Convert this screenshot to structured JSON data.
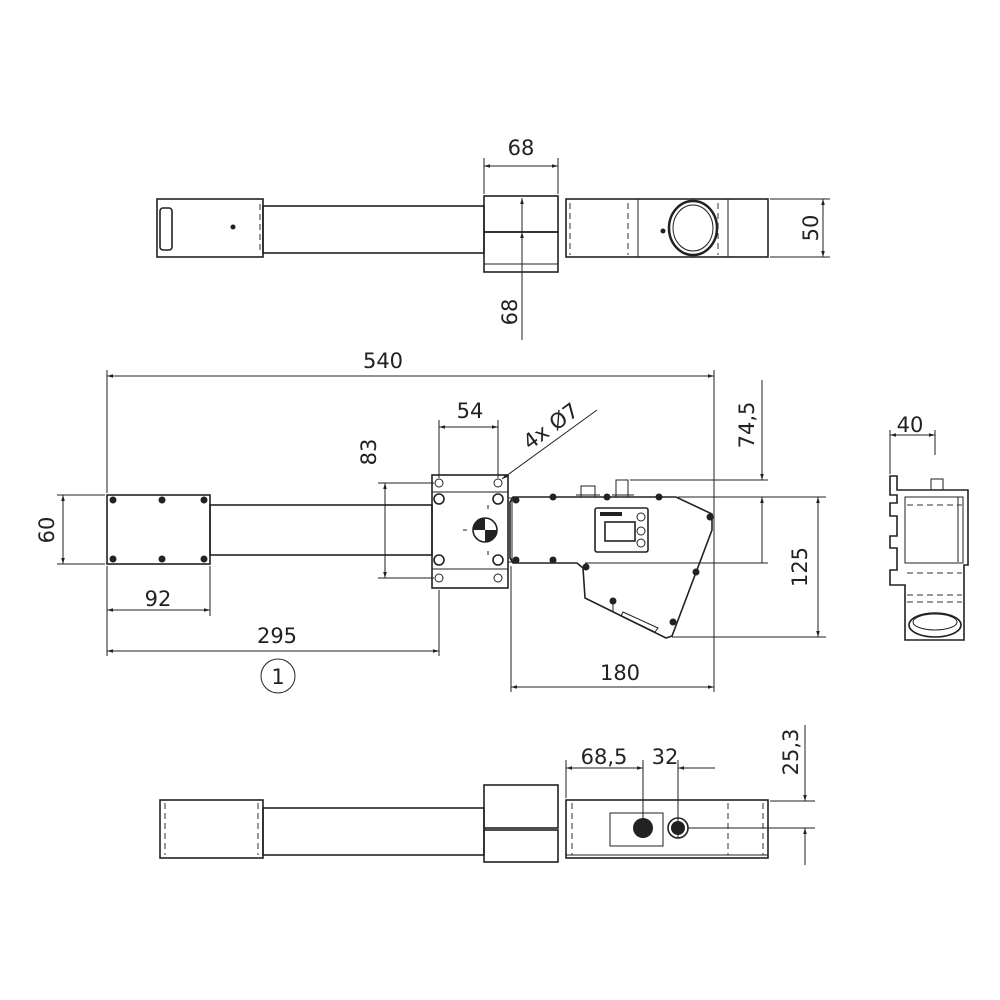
{
  "top_view": {
    "dim_width": "68",
    "dim_height": "50",
    "dim_vertical": "68"
  },
  "front_view": {
    "dim_overall_length": "540",
    "dim_clamp_width": "54",
    "dim_holes": "4x Ø7",
    "dim_clamp_height": "83",
    "dim_connector_offset": "74,5",
    "dim_plate_height": "60",
    "dim_head_height": "125",
    "dim_plate_length": "92",
    "dim_clamp_position": "295",
    "position_marker": "1",
    "dim_head_length": "180"
  },
  "side_view": {
    "dim_width": "40"
  },
  "bottom_view": {
    "dim_connector_1": "68,5",
    "dim_connector_2": "32",
    "dim_connector_height": "25,3"
  },
  "colors": {
    "line": "#222222",
    "background": "#ffffff"
  }
}
